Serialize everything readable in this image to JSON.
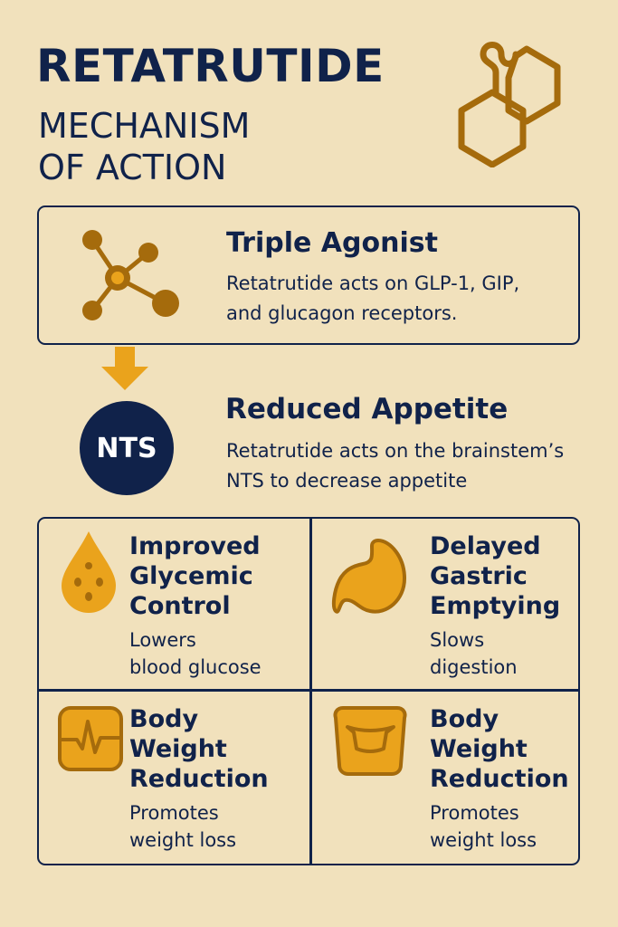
{
  "title": {
    "line1": "RETATRUTIDE",
    "line2": "MECHANISM",
    "line3": "OF ACTION"
  },
  "triple": {
    "title": "Triple Agonist",
    "line1": "Retatrutide acts on GLP-1, GIP,",
    "line2": "and glucagon receptors."
  },
  "appetite": {
    "badge": "NTS",
    "title": "Reduced Appetite",
    "line1": "Retatrutide acts on the brainstem’s",
    "line2": "NTS to decrease appetite"
  },
  "cells": [
    {
      "title": [
        "Improved",
        "Glycemic",
        "Control"
      ],
      "text": [
        "Lowers",
        "blood glucose"
      ]
    },
    {
      "title": [
        "Delayed",
        "Gastric",
        "Emptying"
      ],
      "text": [
        "Slows",
        "digestion"
      ]
    },
    {
      "title": [
        "Body",
        "Weight",
        "Reduction"
      ],
      "text": [
        "Promotes",
        "weight loss"
      ]
    },
    {
      "title": [
        "Body",
        "Weight",
        "Reduction"
      ],
      "text": [
        "Promotes",
        "weight loss"
      ]
    }
  ],
  "colors": {
    "navy": "#10224a",
    "orange": "#eaa31c",
    "gold": "#a56b0c",
    "background": "#f1e1bc"
  }
}
